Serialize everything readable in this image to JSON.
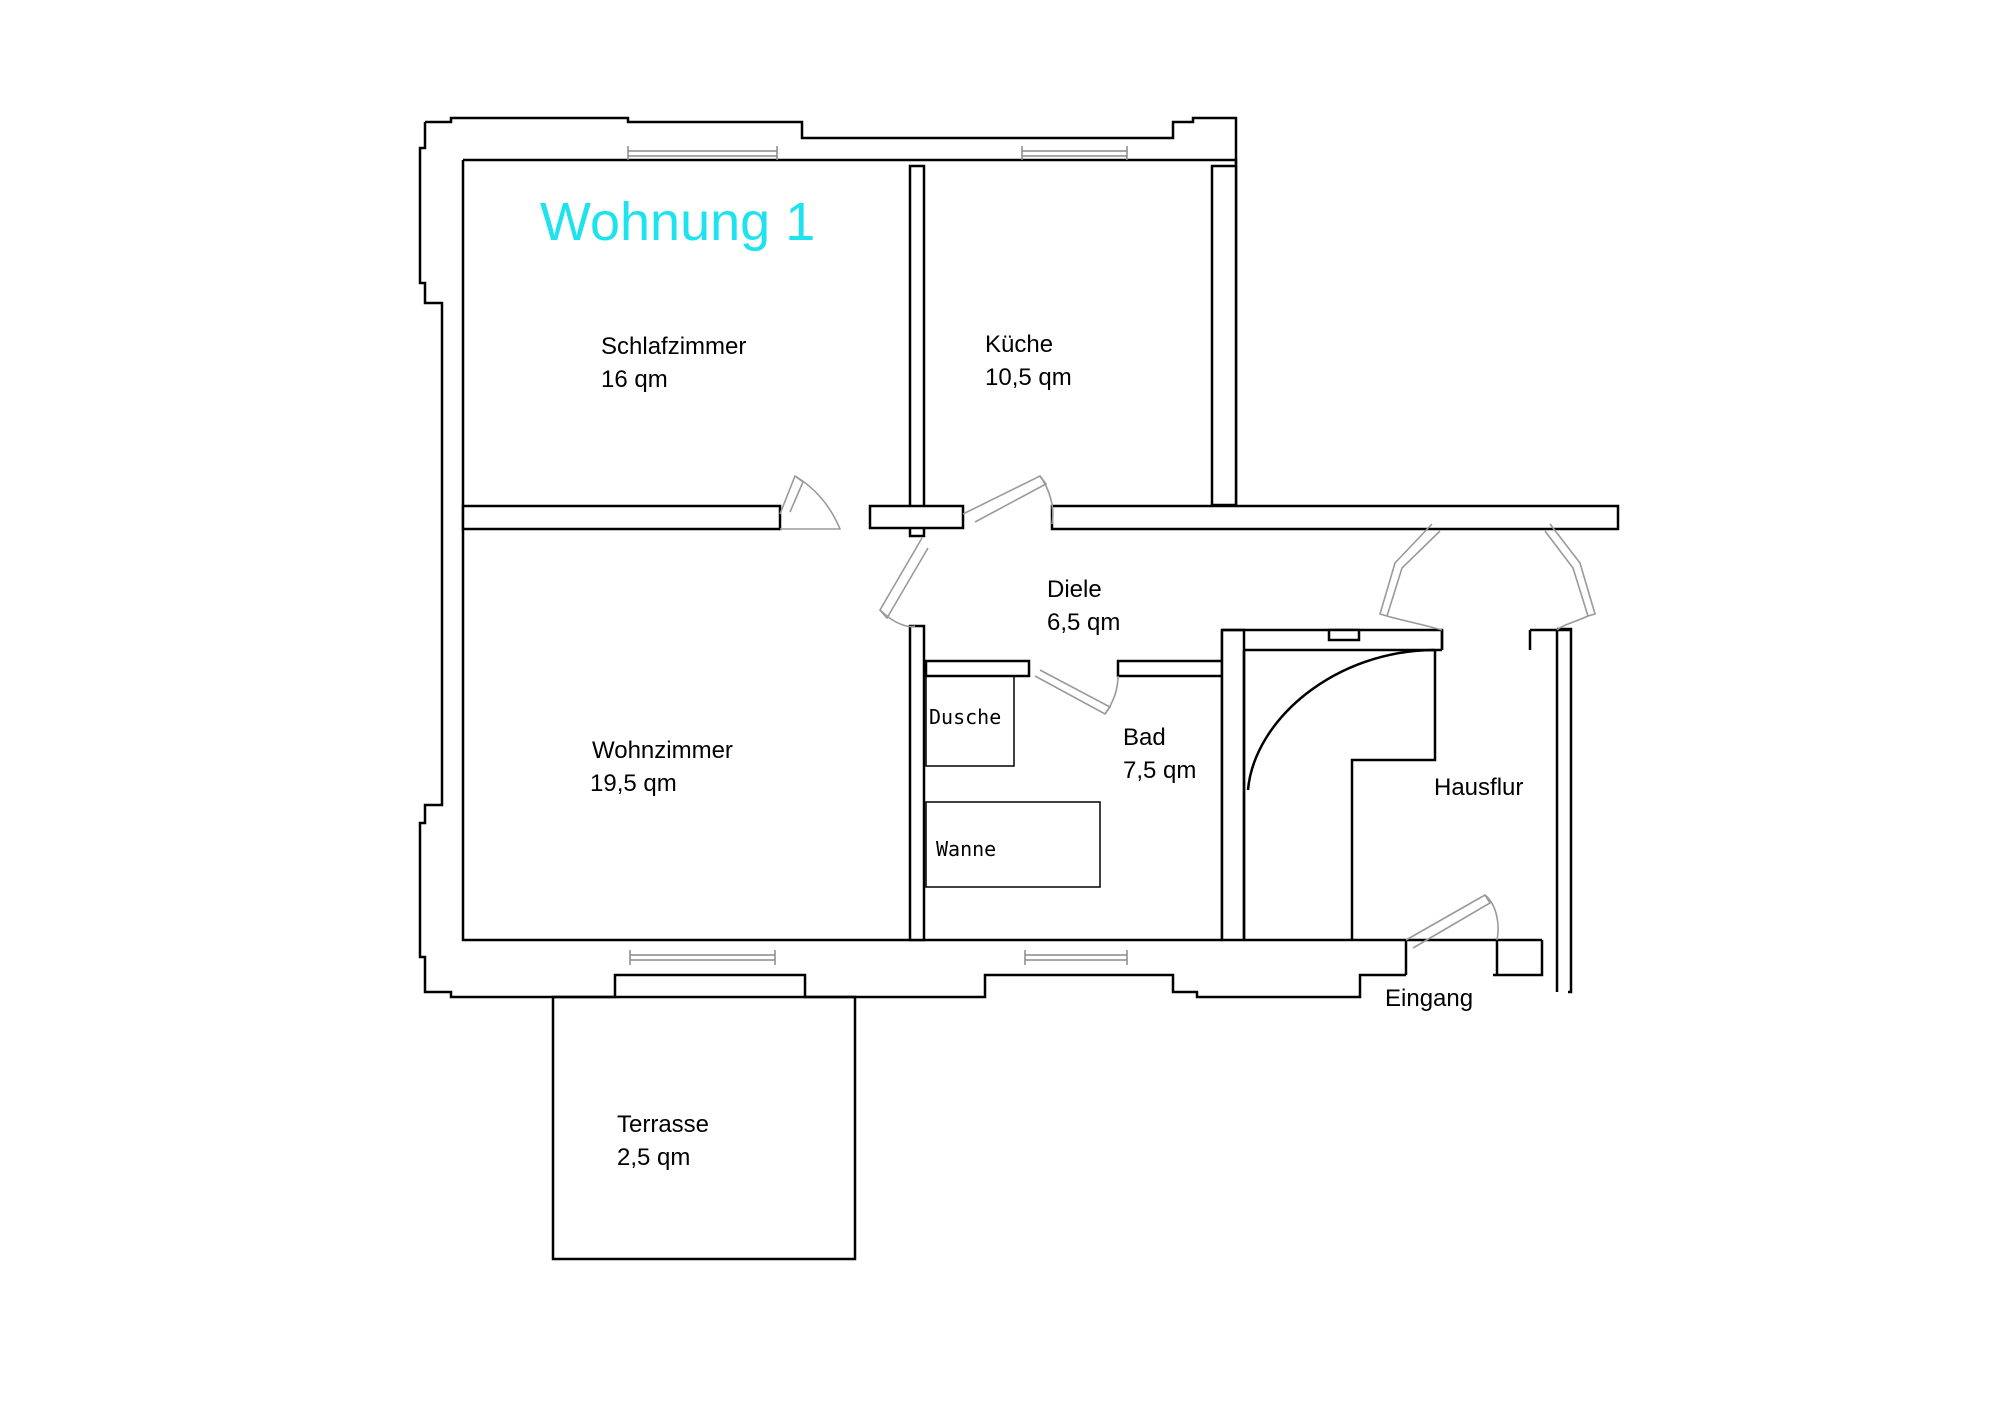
{
  "title": {
    "text": "Wohnung 1",
    "color": "#1ee3ee"
  },
  "rooms": {
    "schlafzimmer": {
      "name": "Schlafzimmer",
      "area": "16 qm"
    },
    "kueche": {
      "name": "Küche",
      "area": "10,5 qm"
    },
    "diele": {
      "name": "Diele",
      "area": "6,5 qm"
    },
    "wohnzimmer": {
      "name": "Wohnzimmer",
      "area": "19,5 qm"
    },
    "bad": {
      "name": "Bad",
      "area": "7,5 qm"
    },
    "hausflur": {
      "name": "Hausflur"
    },
    "terrasse": {
      "name": "Terrasse",
      "area": "2,5 qm"
    },
    "eingang": {
      "name": "Eingang"
    }
  },
  "fixtures": {
    "dusche": "Dusche",
    "wanne": "Wanne"
  }
}
